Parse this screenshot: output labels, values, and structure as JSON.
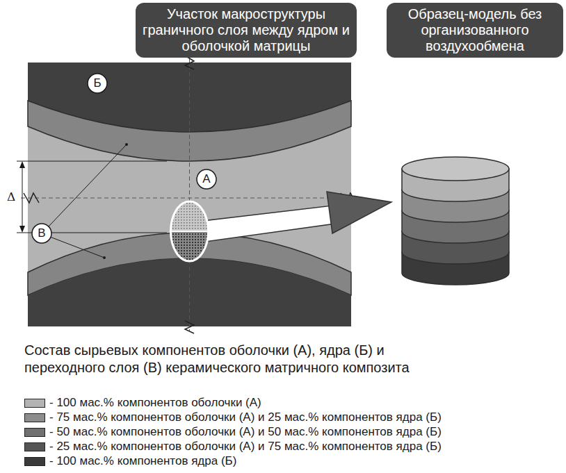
{
  "diagram": {
    "caption": "Состав сырьевых компонентов оболочки (А), ядра (Б) и переходного слоя (В) керамического матричного композита",
    "nodes": [
      {
        "text": [
          "Участок макроструктуры граничного слоя между ядром и оболочкой матрицы"
        ]
      },
      {
        "text": [
          "Образец-модель без организованного воздухообмена"
        ]
      },
      {
        "text": [
          "Б"
        ]
      },
      {
        "text": [
          "А"
        ]
      },
      {
        "text": [
          "В"
        ]
      }
    ],
    "labels": [
      "Δ"
    ],
    "legend": [
      {
        "text": "- 100 мас.% компонентов оболочки (А)",
        "color": "#b3b3b3"
      },
      {
        "text": "- 75 мас.% компонентов оболочки (А) и 25 мас.% компонентов ядра (Б)",
        "color": "#8c8c8c"
      },
      {
        "text": "- 50 мас.% компонентов оболочки (А) и 50 мас.% компонентов ядра (Б)",
        "color": "#707070"
      },
      {
        "text": "- 25 мас.% компонентов оболочки (А) и 75 мас.% компонентов ядра (Б)",
        "color": "#555555"
      },
      {
        "text": "- 100 мас.% компонентов ядра (Б)",
        "color": "#3a3a3a"
      }
    ]
  }
}
